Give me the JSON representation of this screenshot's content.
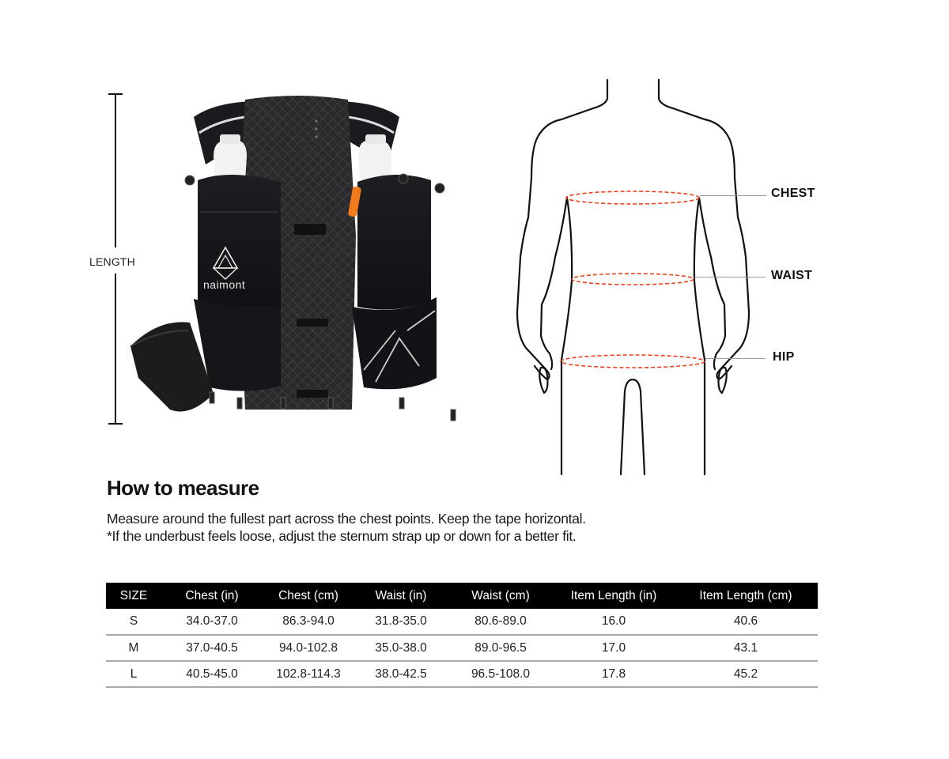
{
  "diagram": {
    "length_label": "LENGTH",
    "brand_logo_text": "naimont",
    "measure_points": [
      {
        "label": "CHEST"
      },
      {
        "label": "WAIST"
      },
      {
        "label": "HIP"
      }
    ],
    "measure_color": "#e8431c"
  },
  "instructions": {
    "title": "How to measure",
    "lines": [
      "Measure around the fullest part across the chest points. Keep the tape horizontal.",
      "*If the underbust feels loose, adjust the sternum strap up or down for a better fit."
    ]
  },
  "size_table": {
    "headers": [
      "SIZE",
      "Chest (in)",
      "Chest (cm)",
      "Waist (in)",
      "Waist (cm)",
      "Item Length (in)",
      "Item Length (cm)"
    ],
    "rows": [
      [
        "S",
        "34.0-37.0",
        "86.3-94.0",
        "31.8-35.0",
        "80.6-89.0",
        "16.0",
        "40.6"
      ],
      [
        "M",
        "37.0-40.5",
        "94.0-102.8",
        "35.0-38.0",
        "89.0-96.5",
        "17.0",
        "43.1"
      ],
      [
        "L",
        "40.5-45.0",
        "102.8-114.3",
        "38.0-42.5",
        "96.5-108.0",
        "17.8",
        "45.2"
      ]
    ]
  }
}
